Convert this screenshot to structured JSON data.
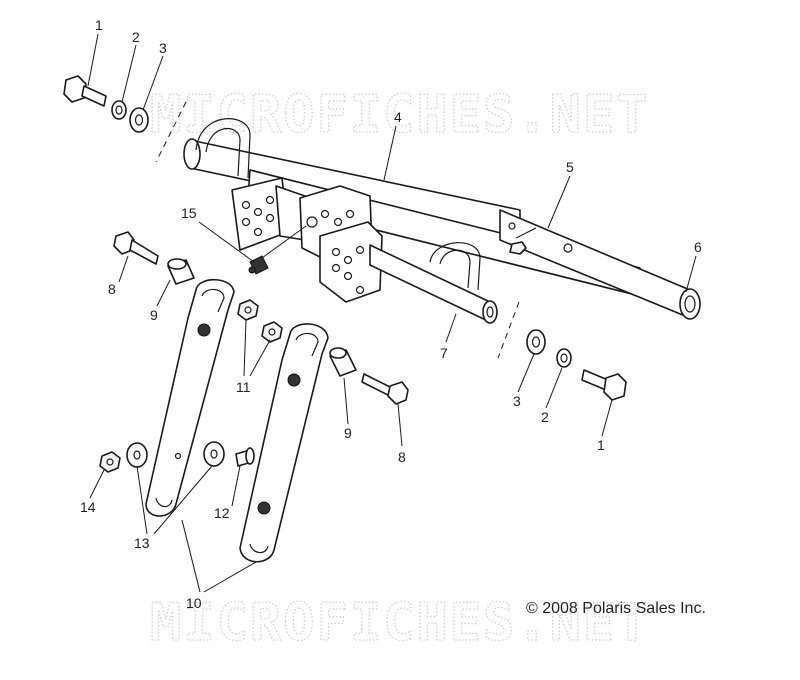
{
  "diagram": {
    "watermark_top": "MICROFICHES.NET",
    "watermark_bottom": "MICROFICHES.NET",
    "copyright": "© 2008 Polaris Sales Inc.",
    "callouts": {
      "c1_top": "1",
      "c2_top": "2",
      "c3_top": "3",
      "c4": "4",
      "c5": "5",
      "c6": "6",
      "c7": "7",
      "c8_left": "8",
      "c9_left": "9",
      "c10": "10",
      "c11": "11",
      "c12": "12",
      "c13": "13",
      "c14": "14",
      "c15": "15",
      "c3_right": "3",
      "c2_right": "2",
      "c1_right": "1",
      "c9_mid": "9",
      "c8_mid": "8"
    }
  }
}
